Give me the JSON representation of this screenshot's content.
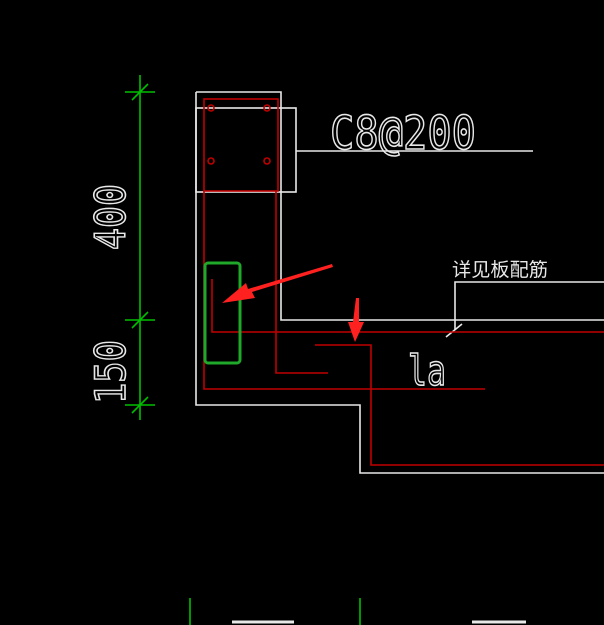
{
  "drawing": {
    "stirrup_label": "C8@200",
    "slab_note": "详见板配筋",
    "anchorage_label": "la",
    "dim_upper": "400",
    "dim_lower": "150",
    "colors": {
      "background": "#000000",
      "outline": "#e8e8e8",
      "rebar": "#c00000",
      "dimension": "#00c000",
      "highlight": "#1fa82a",
      "arrow": "#ff2020"
    }
  }
}
